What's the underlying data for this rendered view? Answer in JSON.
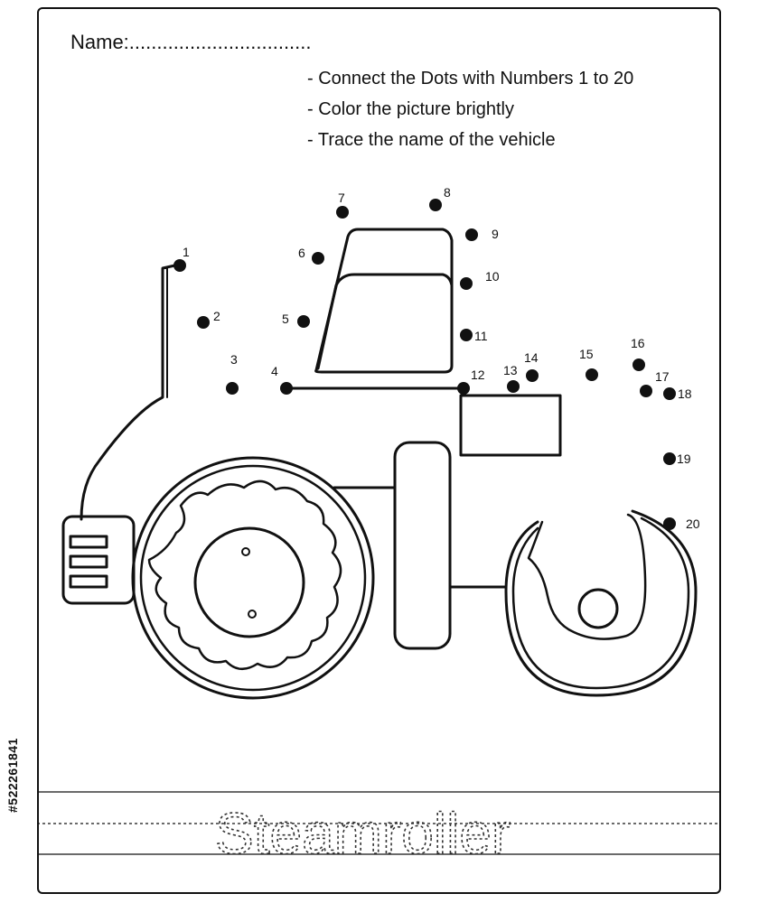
{
  "worksheet": {
    "name_label": "Name:.................................",
    "instructions": [
      "- Connect the Dots with Numbers 1 to 20",
      "- Color the picture brightly",
      "- Trace the name of the vehicle"
    ],
    "trace_word": "Steamroller",
    "stock_id": "#522261841"
  },
  "dots": [
    "1",
    "2",
    "3",
    "4",
    "5",
    "6",
    "7",
    "8",
    "9",
    "10",
    "11",
    "12",
    "13",
    "14",
    "15",
    "16",
    "17",
    "18",
    "19",
    "20"
  ]
}
